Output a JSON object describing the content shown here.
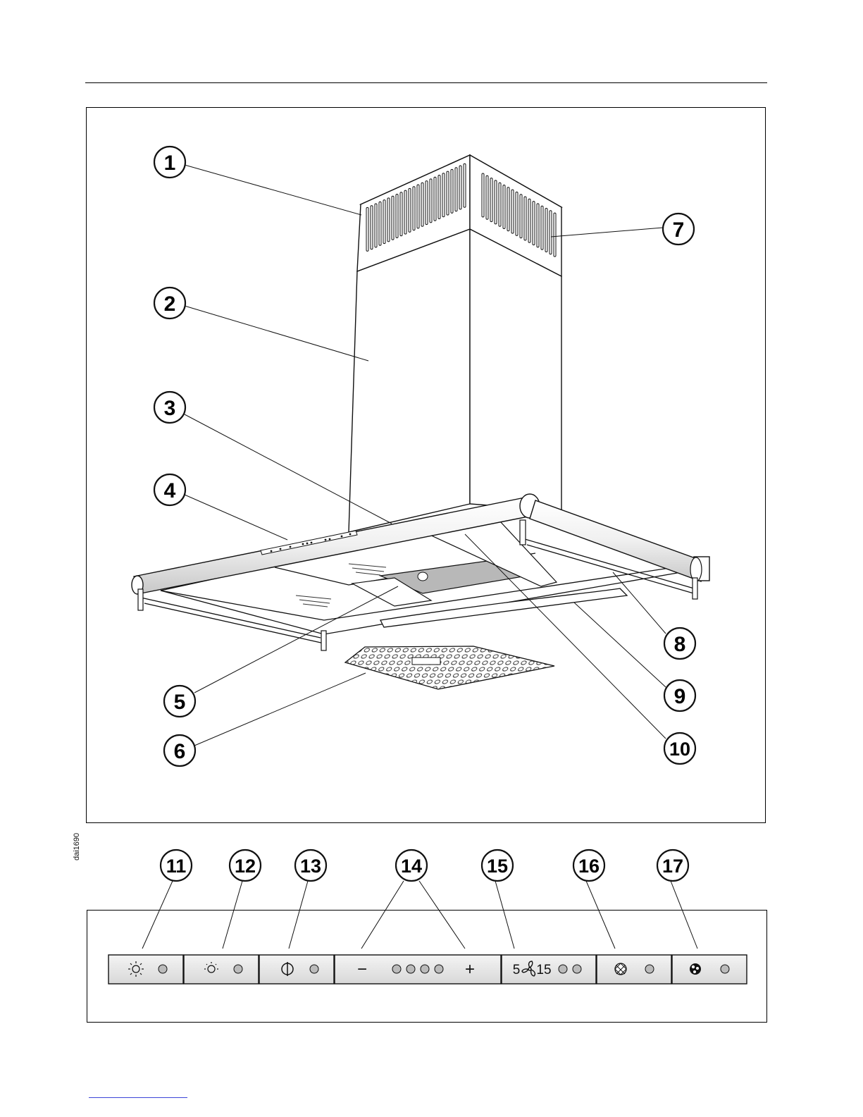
{
  "figure_code": "dai1690",
  "hood_callouts": [
    {
      "id": "1",
      "label": "1"
    },
    {
      "id": "2",
      "label": "2"
    },
    {
      "id": "3",
      "label": "3"
    },
    {
      "id": "4",
      "label": "4"
    },
    {
      "id": "5",
      "label": "5"
    },
    {
      "id": "6",
      "label": "6"
    },
    {
      "id": "7",
      "label": "7"
    },
    {
      "id": "8",
      "label": "8"
    },
    {
      "id": "9",
      "label": "9"
    },
    {
      "id": "10",
      "label": "10"
    }
  ],
  "panel_callouts": [
    {
      "id": "11",
      "label": "11"
    },
    {
      "id": "12",
      "label": "12"
    },
    {
      "id": "13",
      "label": "13"
    },
    {
      "id": "14",
      "label": "14"
    },
    {
      "id": "15",
      "label": "15"
    },
    {
      "id": "16",
      "label": "16"
    },
    {
      "id": "17",
      "label": "17"
    }
  ],
  "control_panel": {
    "fan_left_value": "5",
    "fan_right_value": "15",
    "minus_symbol": "−",
    "plus_symbol": "+",
    "buttons": [
      {
        "icon": "light-icon"
      },
      {
        "icon": "light-dim-icon"
      },
      {
        "icon": "power-icon"
      },
      {
        "icon": "fan-speed-control"
      },
      {
        "icon": "fan-timer-icon"
      },
      {
        "icon": "grease-filter-icon"
      },
      {
        "icon": "charcoal-filter-icon"
      }
    ]
  }
}
